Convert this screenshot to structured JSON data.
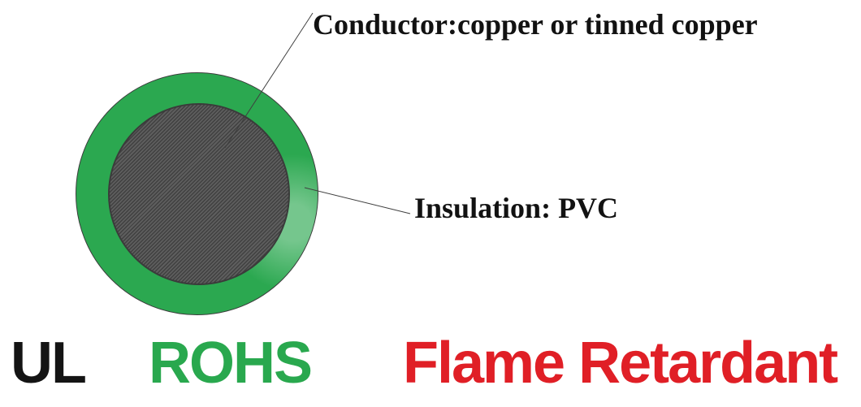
{
  "wire": {
    "insulation_color": "#2ba850",
    "conductor_base_color": "#5e5e5e",
    "conductor_hatch_color": "#404040",
    "outline_color": "#3c3c3c",
    "leader_line_color": "#3f3f3f"
  },
  "labels": {
    "conductor": "Conductor:copper or tinned copper",
    "insulation": "Insulation: PVC",
    "text_color": "#121212"
  },
  "certifications": [
    {
      "label": "UL",
      "color": "#141414"
    },
    {
      "label": "ROHS",
      "color": "#29a84e"
    },
    {
      "label": "Flame Retardant",
      "color": "#e01f26"
    }
  ]
}
